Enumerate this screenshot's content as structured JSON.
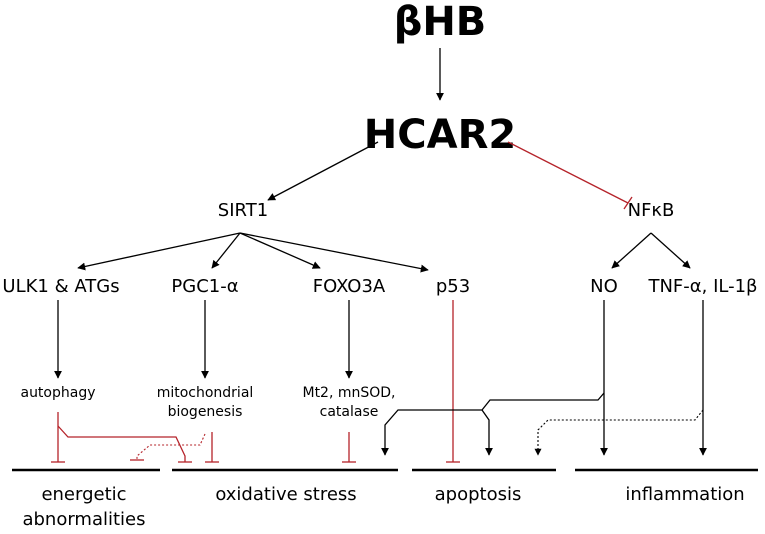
{
  "nodes": {
    "bhb": "βHB",
    "hcar2": "HCAR2",
    "sirt1": "SIRT1",
    "nfkb": "NFκB",
    "ulk1": "ULK1 & ATGs",
    "pgc1": "PGC1-α",
    "foxo3a": "FOXO3A",
    "p53": "p53",
    "no": "NO",
    "tnf": "TNF-α, IL-1β",
    "autophagy": "autophagy",
    "mito_1": "mitochondrial",
    "mito_2": "biogenesis",
    "mt2_1": "Mt2, mnSOD,",
    "mt2_2": "catalase"
  },
  "outcomes": {
    "energetic_1": "energetic",
    "energetic_2": "abnormalities",
    "oxidative": "oxidative stress",
    "apoptosis": "apoptosis",
    "inflammation": "inflammation"
  },
  "colors": {
    "activation": "#000000",
    "inhibition": "#b5232a"
  }
}
